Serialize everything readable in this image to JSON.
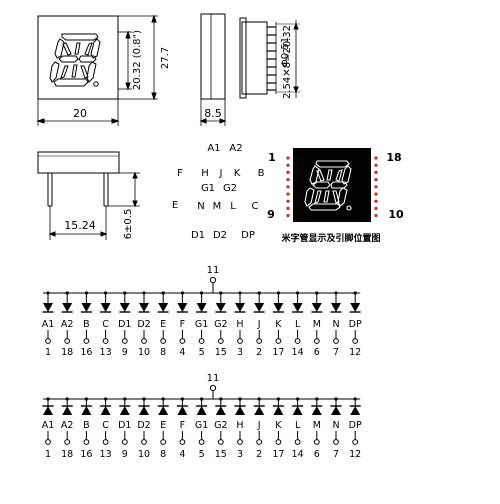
{
  "dims": {
    "front_width": "20",
    "front_height": "27.7",
    "digit_height": "20.32 (0.8\")",
    "side_depth": "8.5",
    "pin_diameter": "Φ0.51",
    "pin_pitch": "2.54✕8=20.32",
    "bottom_width": "15.24",
    "pin_length": "6±0.5"
  },
  "segment_labels": {
    "top": [
      "A1",
      "A2"
    ],
    "middle_row": [
      "F",
      "H",
      "J",
      "K",
      "B"
    ],
    "g_row": [
      "G1",
      "G2"
    ],
    "lower_row": [
      "E",
      "N",
      "M",
      "L",
      "C"
    ],
    "bottom": [
      "D1",
      "D2",
      "DP"
    ]
  },
  "pin_diagram": {
    "top_left": "1",
    "top_right": "18",
    "bottom_left": "9",
    "bottom_right": "10",
    "caption": "米字管显示及引脚位置图"
  },
  "schematic_1": {
    "common_pin": "11",
    "segments": [
      "A1",
      "A2",
      "B",
      "C",
      "D1",
      "D2",
      "E",
      "F",
      "G1",
      "G2",
      "H",
      "J",
      "K",
      "L",
      "M",
      "N",
      "DP"
    ],
    "pins": [
      "1",
      "18",
      "16",
      "13",
      "9",
      "10",
      "8",
      "4",
      "5",
      "15",
      "3",
      "2",
      "17",
      "14",
      "6",
      "7",
      "12"
    ]
  },
  "schematic_2": {
    "common_pin": "11",
    "segments": [
      "A1",
      "A2",
      "B",
      "C",
      "D1",
      "D2",
      "E",
      "F",
      "G1",
      "G2",
      "H",
      "J",
      "K",
      "L",
      "M",
      "N",
      "DP"
    ],
    "pins": [
      "1",
      "18",
      "16",
      "13",
      "9",
      "10",
      "8",
      "4",
      "5",
      "15",
      "3",
      "2",
      "17",
      "14",
      "6",
      "7",
      "12"
    ]
  }
}
